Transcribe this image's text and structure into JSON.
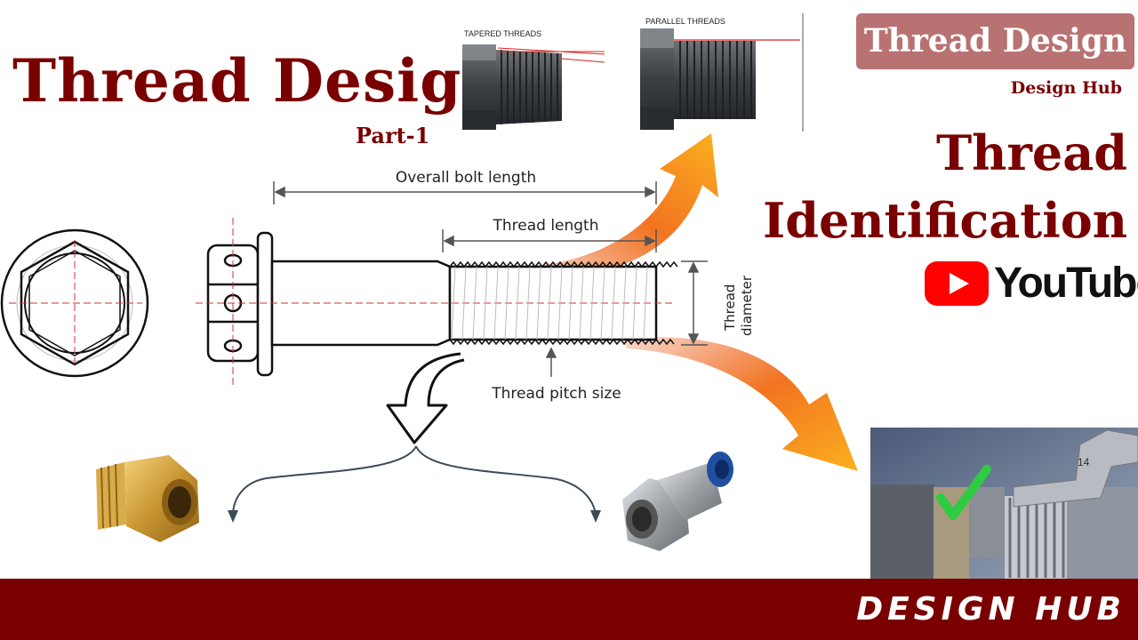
{
  "header": {
    "title": "Thread Design",
    "part": "Part-1"
  },
  "badge": {
    "title": "Thread Design",
    "subtitle": "Design Hub"
  },
  "topic": {
    "line1": "Thread",
    "line2": "Identification"
  },
  "youtube": {
    "label": "YouTube",
    "color": "#ff0000"
  },
  "thread_types": {
    "tapered": "TAPERED THREADS",
    "parallel": "PARALLEL THREADS"
  },
  "bolt_diagram": {
    "overall_length": "Overall bolt length",
    "thread_length": "Thread length",
    "thread_diameter_1": "Thread",
    "thread_diameter_2": "diameter",
    "pitch": "Thread pitch size"
  },
  "photo": {
    "wrench_number": "14"
  },
  "footer": {
    "brand": "DESIGN HUB"
  },
  "colors": {
    "brand": "#7a0000",
    "badge": "#b87272",
    "arrow": "#f7941d"
  }
}
